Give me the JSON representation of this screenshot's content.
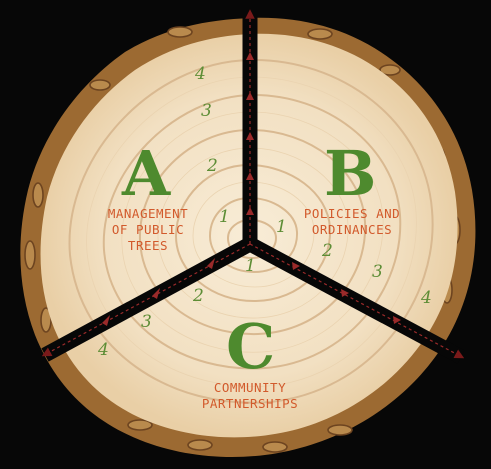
{
  "sections": [
    {
      "letter": "A",
      "caption": "MANAGEMENT\nOF PUBLIC\nTREES",
      "ring_numbers": [
        "1",
        "2",
        "3",
        "4"
      ]
    },
    {
      "letter": "B",
      "caption": "POLICIES AND\nORDINANCES",
      "ring_numbers": [
        "1",
        "2",
        "3",
        "4"
      ]
    },
    {
      "letter": "C",
      "caption": "COMMUNITY\nPARTNERSHIPS",
      "ring_numbers": [
        "1",
        "2",
        "3",
        "4"
      ]
    }
  ],
  "colors": {
    "background": "#070707",
    "wood": "#f4e6cc",
    "ring_line": "#d9b991",
    "bark": "#9c6a32",
    "letter": "#4e8a2e",
    "caption": "#d25a2c",
    "ring_number": "#5d8d35",
    "arrow": "#7a1a1a"
  },
  "icons": [
    "tree-stump-icon",
    "arrow-icon"
  ]
}
